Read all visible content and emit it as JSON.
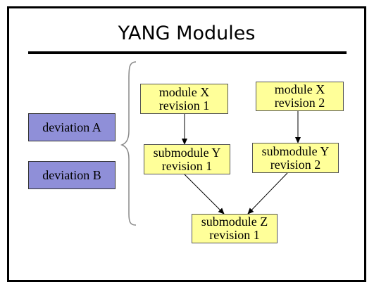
{
  "title": "YANG Modules",
  "deviations": [
    "deviation A",
    "deviation B"
  ],
  "modules": {
    "module_x_rev1": [
      "module X",
      "revision 1"
    ],
    "module_x_rev2": [
      "module X",
      "revision 2"
    ],
    "submodule_y_rev1": [
      "submodule Y",
      "revision 1"
    ],
    "submodule_y_rev2": [
      "submodule Y",
      "revision 2"
    ],
    "submodule_z_rev1": [
      "submodule Z",
      "revision 1"
    ]
  },
  "colors": {
    "deviation_fill": "#8f8fd8",
    "module_fill": "#ffff99"
  }
}
